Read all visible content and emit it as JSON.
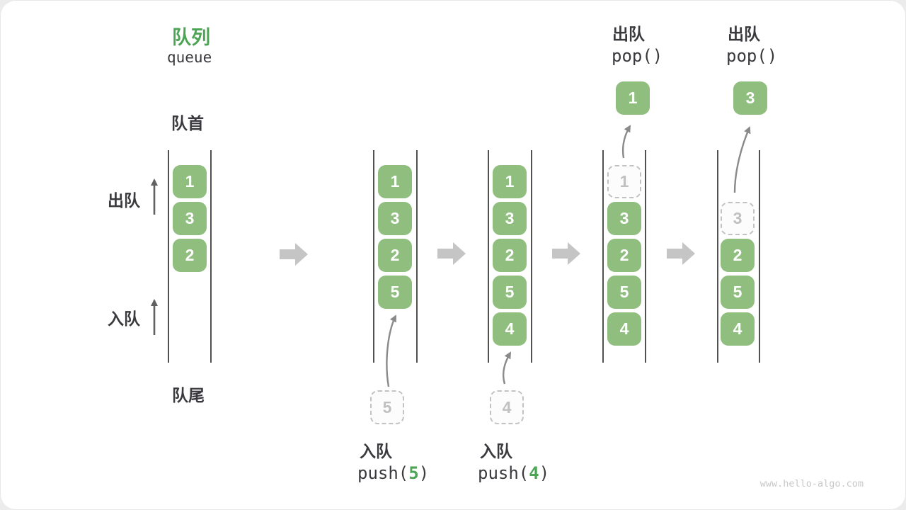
{
  "title": {
    "zh": "队列",
    "en": "queue"
  },
  "side": {
    "front": "队首",
    "dequeue": "出队",
    "enqueue": "入队",
    "rear": "队尾"
  },
  "states": [
    {
      "items": [
        "1",
        "3",
        "2"
      ]
    },
    {
      "items": [
        "1",
        "3",
        "2",
        "5"
      ],
      "staged": "5"
    },
    {
      "items": [
        "1",
        "3",
        "2",
        "5",
        "4"
      ],
      "staged": "4"
    },
    {
      "popped": "1",
      "ghost": "1",
      "items": [
        "3",
        "2",
        "5",
        "4"
      ]
    },
    {
      "popped": "3",
      "ghost": "3",
      "items": [
        "2",
        "5",
        "4"
      ]
    }
  ],
  "ops": {
    "push5": {
      "label": "入队",
      "code_open": "push(",
      "arg": "5",
      "code_close": ")"
    },
    "push4": {
      "label": "入队",
      "code_open": "push(",
      "arg": "4",
      "code_close": ")"
    },
    "pop1": {
      "label": "出队",
      "code": "pop()"
    },
    "pop2": {
      "label": "出队",
      "code": "pop()"
    }
  },
  "watermark": "www.hello-algo.com",
  "colors": {
    "cell_green": "#8fbe7f",
    "accent_green": "#4ca455",
    "block_arrow_gray": "#c5c5c5",
    "thin_arrow_gray": "#8a8a8a",
    "up_arrow_gray": "#616161",
    "ghost_gray": "#c0c0c0",
    "wall_gray": "#515151",
    "text_dark": "#3a3a3e",
    "watermark_gray": "#c8c8c8"
  }
}
